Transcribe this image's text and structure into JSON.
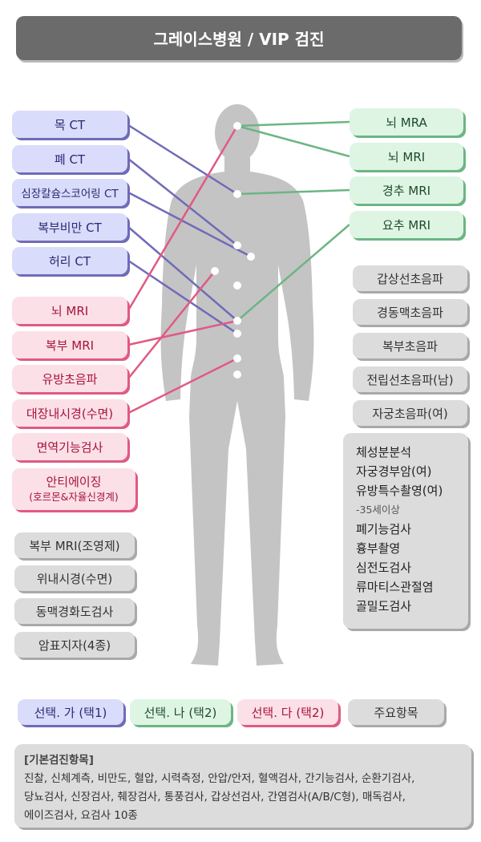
{
  "title": "그레이스병원 / VIP 검진",
  "purple_items": [
    "목 CT",
    "폐 CT",
    "심장칼슘스코어링 CT",
    "복부비만 CT",
    "허리 CT"
  ],
  "green_items": [
    "뇌 MRA",
    "뇌 MRI",
    "경추 MRI",
    "요추 MRI"
  ],
  "pink_items": [
    "뇌 MRI",
    "복부 MRI",
    "유방초음파",
    "대장내시경(수면)",
    "면역기능검사"
  ],
  "pink_aging": {
    "main": "안티에이징",
    "sub": "(호르몬&자율신경계)"
  },
  "grey_left": [
    "복부 MRI(조영제)",
    "위내시경(수면)",
    "동맥경화도검사",
    "암표지자(4종)"
  ],
  "grey_right": [
    "갑상선초음파",
    "경동맥초음파",
    "복부초음파",
    "전립선초음파(남)",
    "자궁초음파(여)"
  ],
  "main_list": [
    "체성분분석",
    "자궁경부암(여)",
    "유방특수촬영(여)",
    "-35세이상",
    "폐기능검사",
    "흉부촬영",
    "심전도검사",
    "류마티스관절염",
    "골밀도검사"
  ],
  "legend": [
    "선택. 가 (택1)",
    "선택. 나 (택2)",
    "선택. 다 (택2)",
    "주요항목"
  ],
  "basic": {
    "title": "[기본검진항목]",
    "lines": [
      "진찰, 신체계측, 비만도, 혈압, 시력측정, 안압/안저, 혈액검사, 간기능검사, 순환기검사,",
      "당뇨검사, 신장검사, 췌장검사, 통풍검사, 갑상선검사, 간염검사(A/B/C형), 매독검사,",
      "에이즈검사, 요검사 10종"
    ]
  },
  "colors": {
    "purple": "#6f6bb8",
    "green": "#6cb584",
    "pink": "#e05a82",
    "grey": "#a9a9a9",
    "body": "#c4c4c4"
  }
}
